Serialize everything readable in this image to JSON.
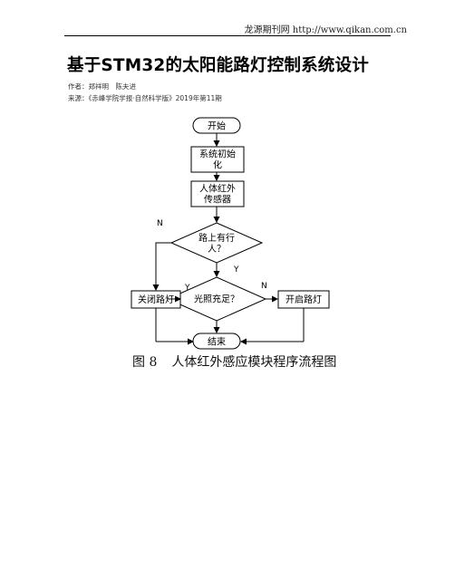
{
  "header": {
    "site": "龙源期刊网 http://www.qikan.com.cn"
  },
  "article": {
    "title": "基于STM32的太阳能路灯控制系统设计",
    "author_label": "作者：",
    "authors": "郑祥明　陈夫进",
    "source_label": "来源：",
    "source": "《赤峰学院学报·自然科学版》2019年第11期"
  },
  "figure": {
    "caption_number": "图 8",
    "caption_text": "人体红外感应模块程序流程图",
    "nodes": {
      "start": "开始",
      "init_line1": "系统初始",
      "init_line2": "化",
      "sensor_line1": "人体红外",
      "sensor_line2": "传感器",
      "decision1_line1": "路上有行",
      "decision1_line2": "人？",
      "decision2": "光照充足？",
      "close_light": "关闭路灯",
      "open_light": "开启路灯",
      "end": "结束"
    },
    "edges": {
      "d1_no": "N",
      "d1_yes": "Y",
      "d2_yes": "Y",
      "d2_no": "N"
    }
  }
}
